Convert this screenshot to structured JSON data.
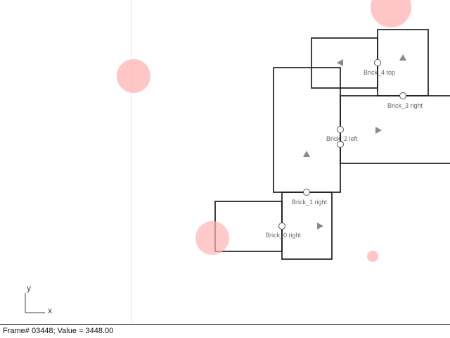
{
  "scene": {
    "labels": {
      "brick_0": "Brick_0 right",
      "brick_1": "Brick_1 right",
      "brick_2": "Brick_2 left",
      "brick_3": "Brick_3 right",
      "brick_4": "Brick_4 top"
    },
    "colors": {
      "outline": "#111111",
      "joint_fill": "#ffffff",
      "joint_stroke": "#555555",
      "marker": "#8a8a8a",
      "target": "#ffb3b3",
      "grid_line": "#e6e6e6"
    }
  },
  "axes": {
    "x_label": "x",
    "y_label": "y"
  },
  "status": {
    "text": "Frame# 03448;  Value = 3448.00"
  }
}
